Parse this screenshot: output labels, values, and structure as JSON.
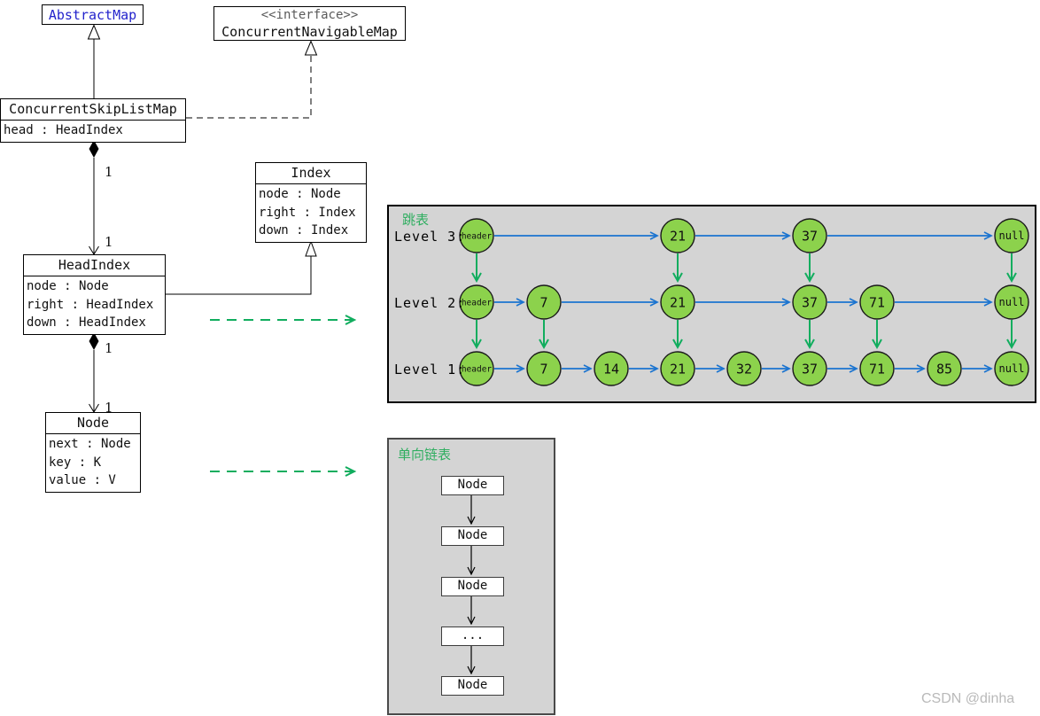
{
  "colors": {
    "node_fill": "#8cd24c",
    "node_border": "#1a1a1a",
    "blue_arrow": "#1b74d0",
    "green_arrow": "#11ad5e",
    "panel_bg": "#d4d4d4",
    "title_green": "#2fae60",
    "abstract_map_text": "#2323cc"
  },
  "uml": {
    "abstract_map": {
      "name": "AbstractMap"
    },
    "interface": {
      "stereotype": "<<interface>>",
      "name": "ConcurrentNavigableMap"
    },
    "skip_list_map": {
      "name": "ConcurrentSkipListMap",
      "attributes": [
        "head : HeadIndex"
      ]
    },
    "index": {
      "name": "Index",
      "attributes": [
        "node : Node",
        "right : Index",
        "down : Index"
      ]
    },
    "head_index": {
      "name": "HeadIndex",
      "attributes": [
        "node : Node",
        "right : HeadIndex",
        "down : HeadIndex"
      ]
    },
    "node": {
      "name": "Node",
      "attributes": [
        "next : Node",
        "key : K",
        "value : V"
      ]
    },
    "multiplicities": [
      "1",
      "1",
      "1",
      "1"
    ]
  },
  "chart_data": {
    "type": "diagram-skiplist",
    "title": "跳表",
    "columns": [
      "header",
      "7",
      "14",
      "21",
      "32",
      "37",
      "71",
      "85",
      "null"
    ],
    "levels": [
      {
        "label": "Level 3:",
        "values": [
          "header",
          "21",
          "37",
          "null"
        ]
      },
      {
        "label": "Level 2:",
        "values": [
          "header",
          "7",
          "21",
          "37",
          "71",
          "null"
        ]
      },
      {
        "label": "Level 1:",
        "values": [
          "header",
          "7",
          "14",
          "21",
          "32",
          "37",
          "71",
          "85",
          "null"
        ]
      }
    ]
  },
  "linkedlist": {
    "title": "单向链表",
    "nodes": [
      "Node",
      "Node",
      "Node",
      "...",
      "Node"
    ]
  },
  "watermark": "CSDN @dinha"
}
